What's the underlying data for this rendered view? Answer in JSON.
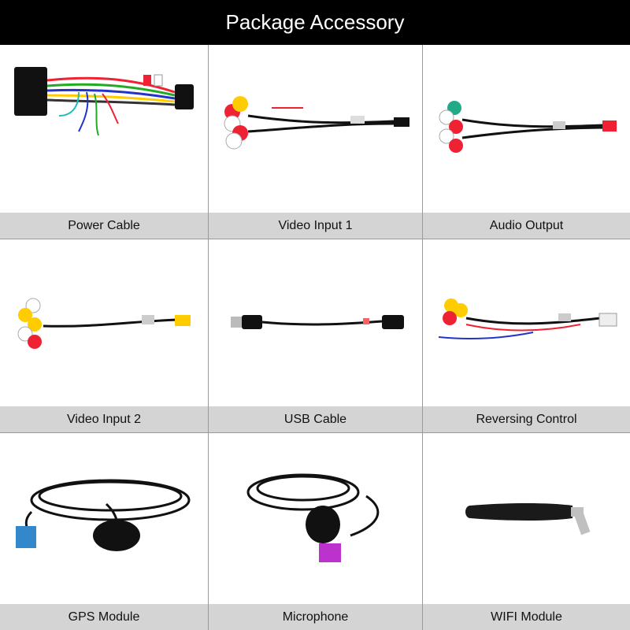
{
  "header": {
    "title": "Package Accessory"
  },
  "items": [
    {
      "label": "Power Cable",
      "icon": "power-cable-icon"
    },
    {
      "label": "Video Input 1",
      "icon": "video-input-1-icon"
    },
    {
      "label": "Audio Output",
      "icon": "audio-output-icon"
    },
    {
      "label": "Video Input 2",
      "icon": "video-input-2-icon"
    },
    {
      "label": "USB Cable",
      "icon": "usb-cable-icon"
    },
    {
      "label": "Reversing Control",
      "icon": "reversing-control-icon"
    },
    {
      "label": "GPS Module",
      "icon": "gps-module-icon"
    },
    {
      "label": "Microphone",
      "icon": "microphone-icon"
    },
    {
      "label": "WIFI Module",
      "icon": "wifi-module-icon"
    }
  ],
  "colors": {
    "header_bg": "#000000",
    "label_bg": "#d4d4d4",
    "grid_line": "#9a9a9a"
  }
}
